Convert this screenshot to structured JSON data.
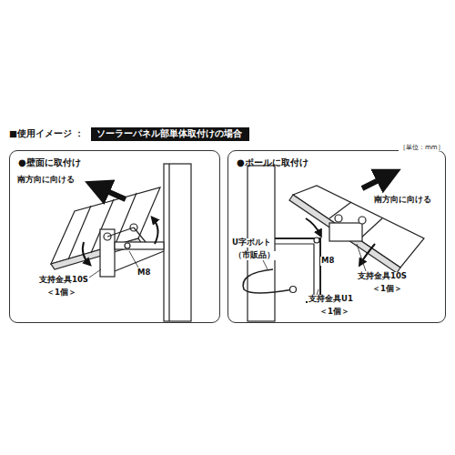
{
  "diagram": {
    "title": "■使用イメージ ：",
    "nodes": [
      {
        "text": [
          "ソーラーパネル部単体取付けの場合"
        ]
      },
      {
        "text": [
          "●壁面に取付け"
        ]
      },
      {
        "text": [
          "●ポールに取付け"
        ]
      }
    ],
    "labels": [
      "［単位：mm］",
      "南方向に向ける",
      "M8",
      "支持金具10S",
      "＜1個＞",
      "南方向に向ける",
      "U字ボルト",
      "（市販品）",
      "M8",
      "支持金具10S",
      "＜1個＞",
      "支持金具U1",
      "＜1個＞"
    ]
  }
}
